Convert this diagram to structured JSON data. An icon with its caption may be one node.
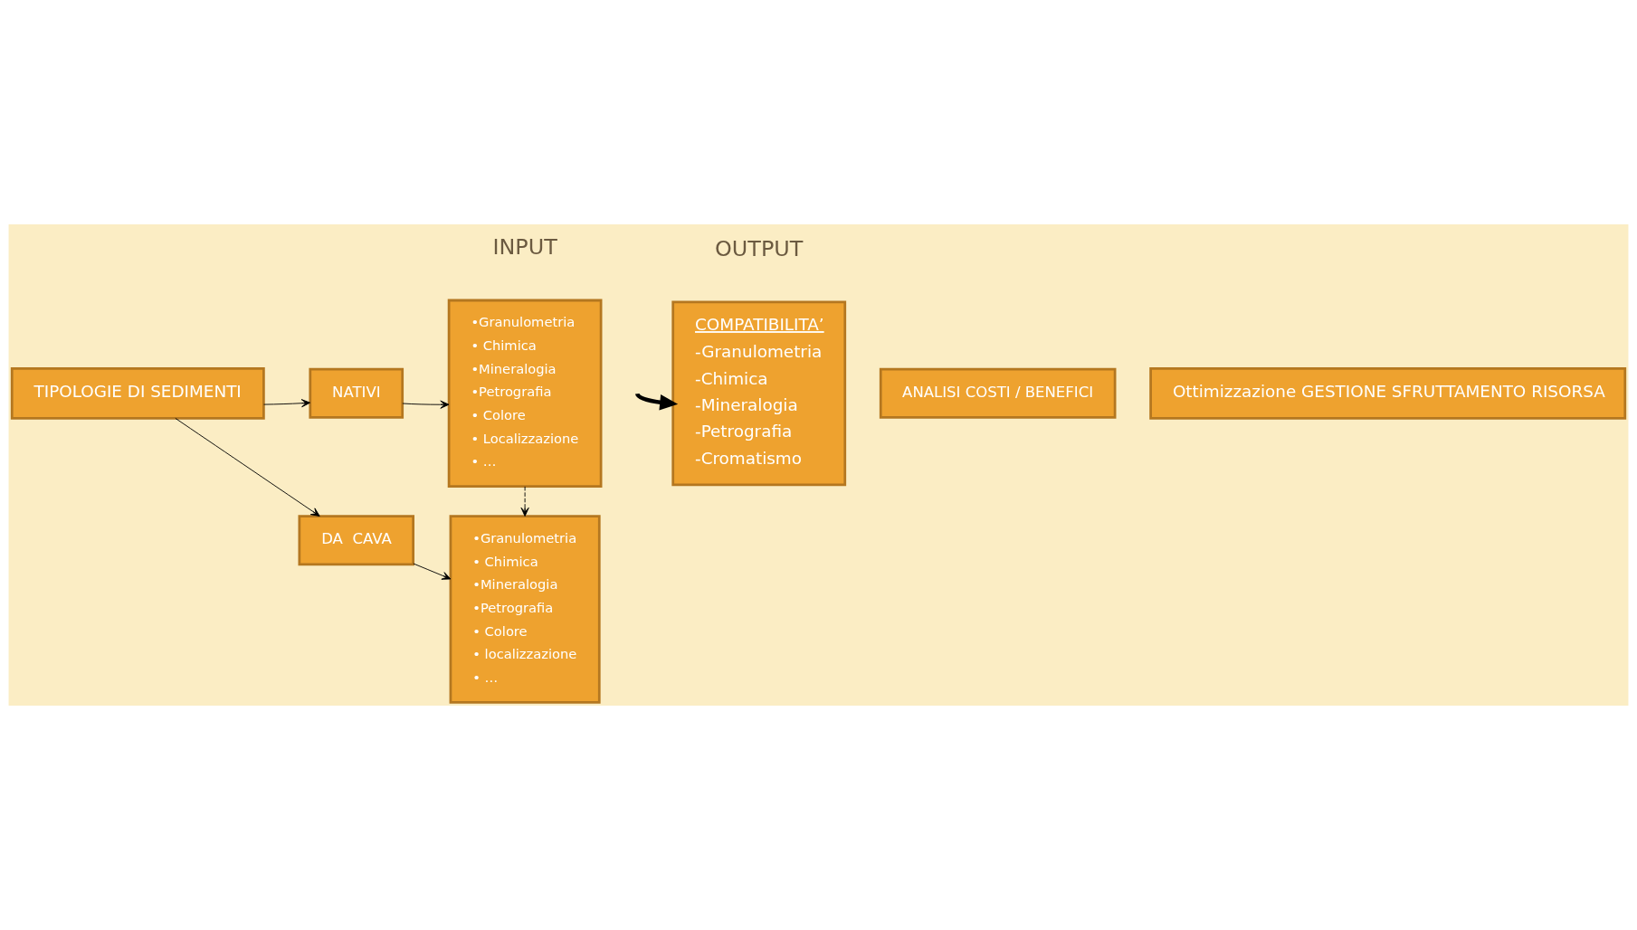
{
  "diagram": {
    "nodes": [
      {
        "text": [
          "TIPOLOGIE DI SEDIMENTI"
        ]
      },
      {
        "text": [
          "DA  CAVA"
        ]
      },
      {
        "text": [
          "•Granulometria",
          "• Chimica",
          "•Mineralogia",
          "•Petrografia",
          "• Colore",
          "• localizzazione",
          "• …"
        ]
      },
      {
        "text": [
          "NATIVI"
        ]
      },
      {
        "text": [
          "•Granulometria",
          "• Chimica",
          "•Mineralogia",
          "•Petrografia",
          "• Colore",
          "• Localizzazione",
          "• …"
        ]
      },
      {
        "text": [
          "COMPATIBILITA’",
          "-Granulometria",
          "-Chimica",
          "-Mineralogia",
          "-Petrografia",
          "-Cromatismo"
        ]
      },
      {
        "text": [
          "ANALISI COSTI / BENEFICI"
        ]
      },
      {
        "text": [
          "Ottimizzazione GESTIONE SFRUTTAMENTO RISORSA"
        ]
      }
    ],
    "edges": [
      {
        "from": 0,
        "to": 1,
        "arrow": "to"
      },
      {
        "from": 0,
        "to": 3,
        "arrow": "to"
      },
      {
        "from": 1,
        "to": 2,
        "arrow": "to"
      },
      {
        "from": 3,
        "to": 4,
        "arrow": "to"
      },
      {
        "from": 4,
        "to": 2,
        "arrow": "to",
        "style": "dashed"
      },
      {
        "from": null,
        "to": 5,
        "arrow": "to",
        "style": "thick"
      }
    ],
    "labels": [
      "INPUT",
      "OUTPUT"
    ]
  }
}
